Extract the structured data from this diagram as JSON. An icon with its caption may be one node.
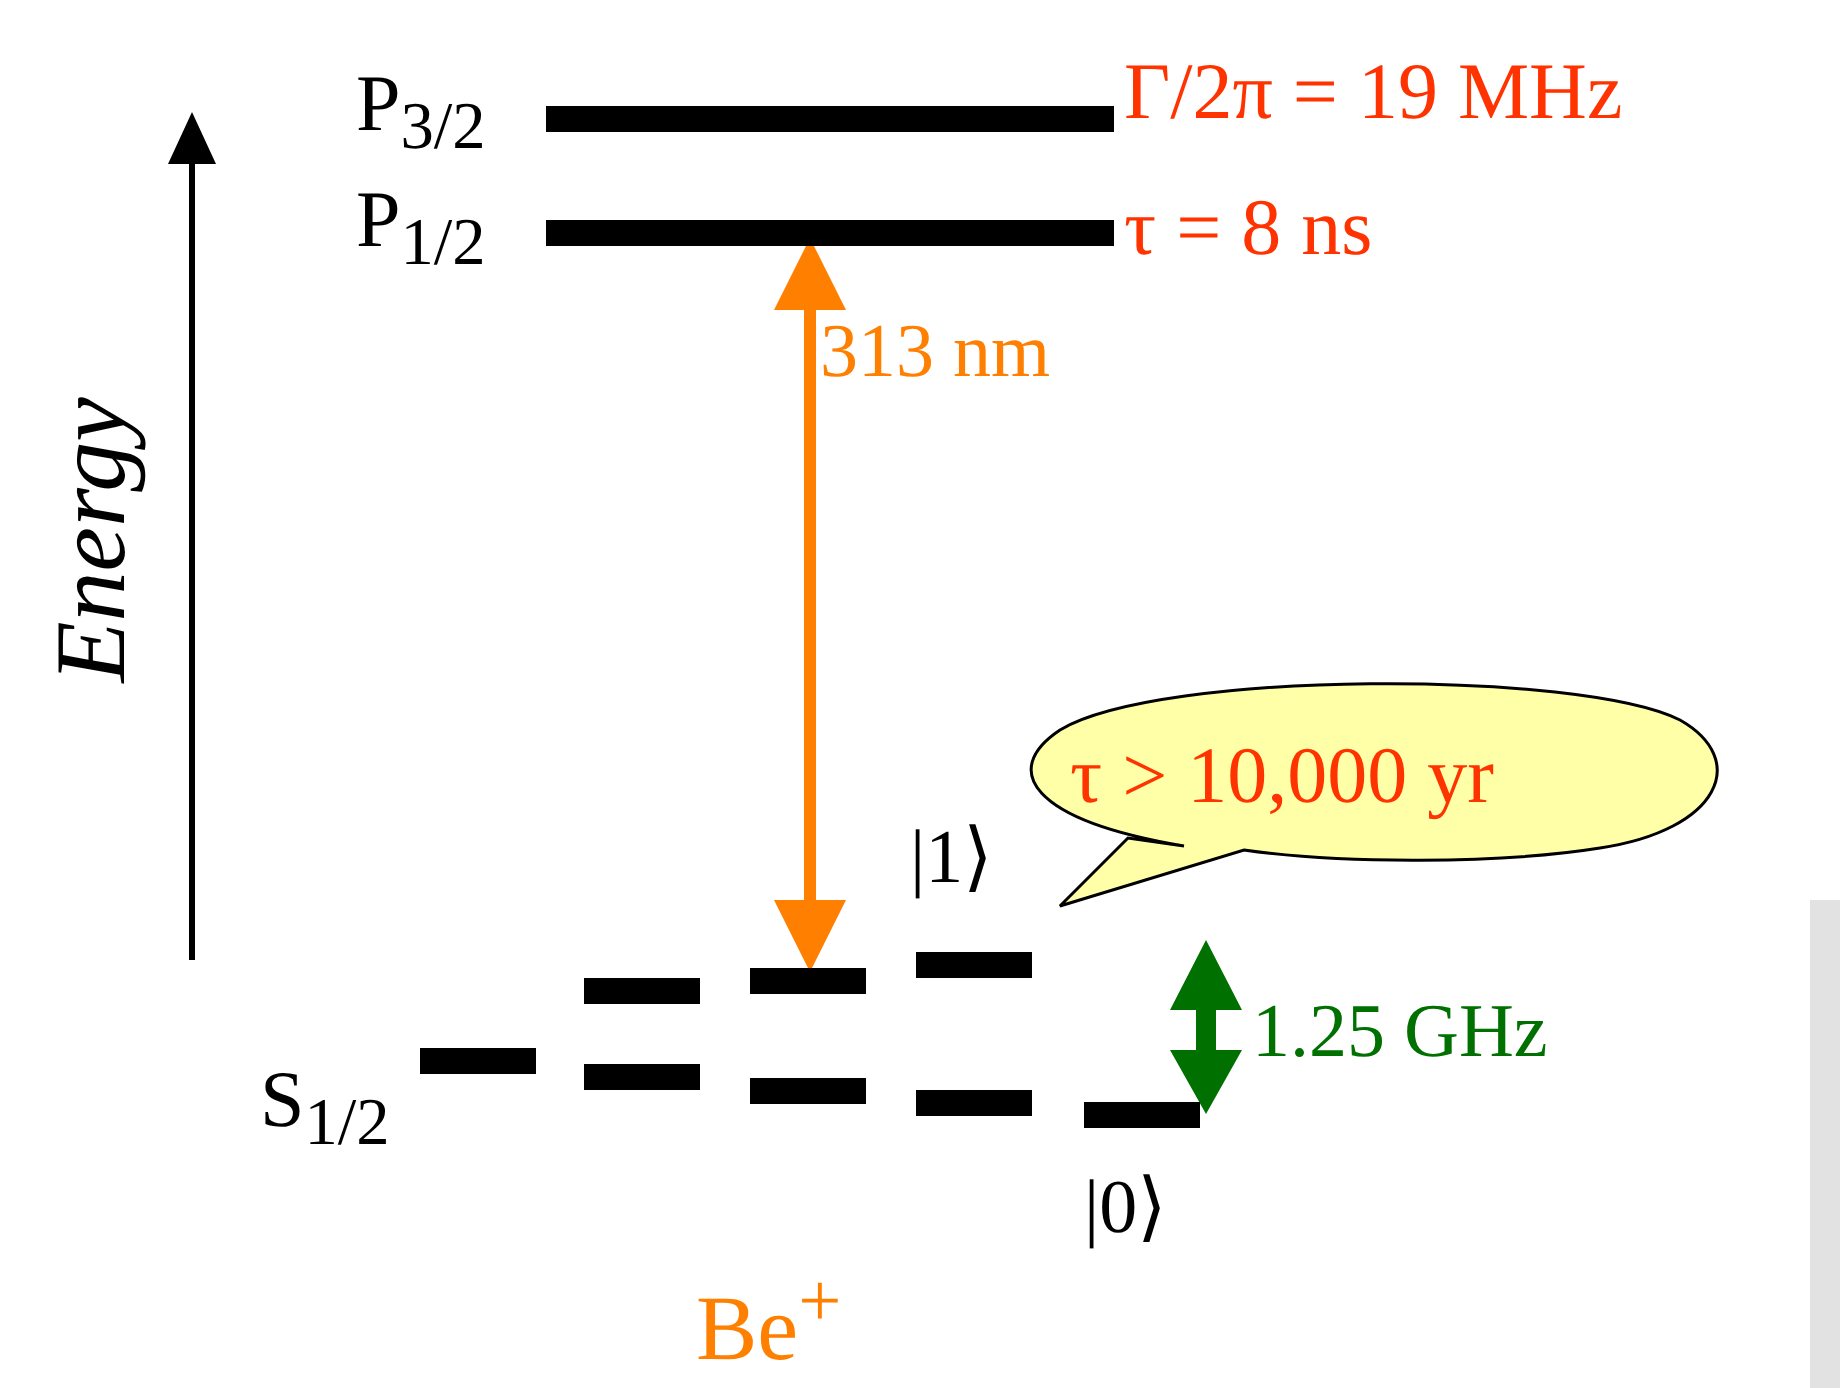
{
  "diagram": {
    "nodes": [
      {
        "text": [
          "P$_{3/2}$"
        ],
        "beside": [
          "Γ/2π = 19 MHz"
        ]
      },
      {
        "text": [
          "P$_{1/2}$"
        ],
        "beside": [
          "τ = 8 ns"
        ]
      },
      {
        "text": [
          "S$_{1/2}$"
        ]
      },
      {
        "text": [],
        "shape": "bar"
      },
      {
        "text": [],
        "shape": "bar"
      },
      {
        "text": [],
        "shape": "bar"
      },
      {
        "text": [],
        "shape": "bar"
      },
      {
        "text": [],
        "shape": "bar",
        "beside": [
          "|1⟩"
        ]
      },
      {
        "text": [],
        "shape": "bar"
      },
      {
        "text": [],
        "shape": "bar",
        "beside": [
          "|0⟩"
        ]
      },
      {
        "text": [
          "τ > 10,000 yr"
        ]
      }
    ],
    "edges": [
      {
        "from": 1,
        "to": 5,
        "arrow": "both",
        "label": "313 nm",
        "color": "#ff8000"
      }
    ],
    "labels": [
      "Energy",
      "1.25 GHz",
      "Be$^{+}$"
    ]
  }
}
